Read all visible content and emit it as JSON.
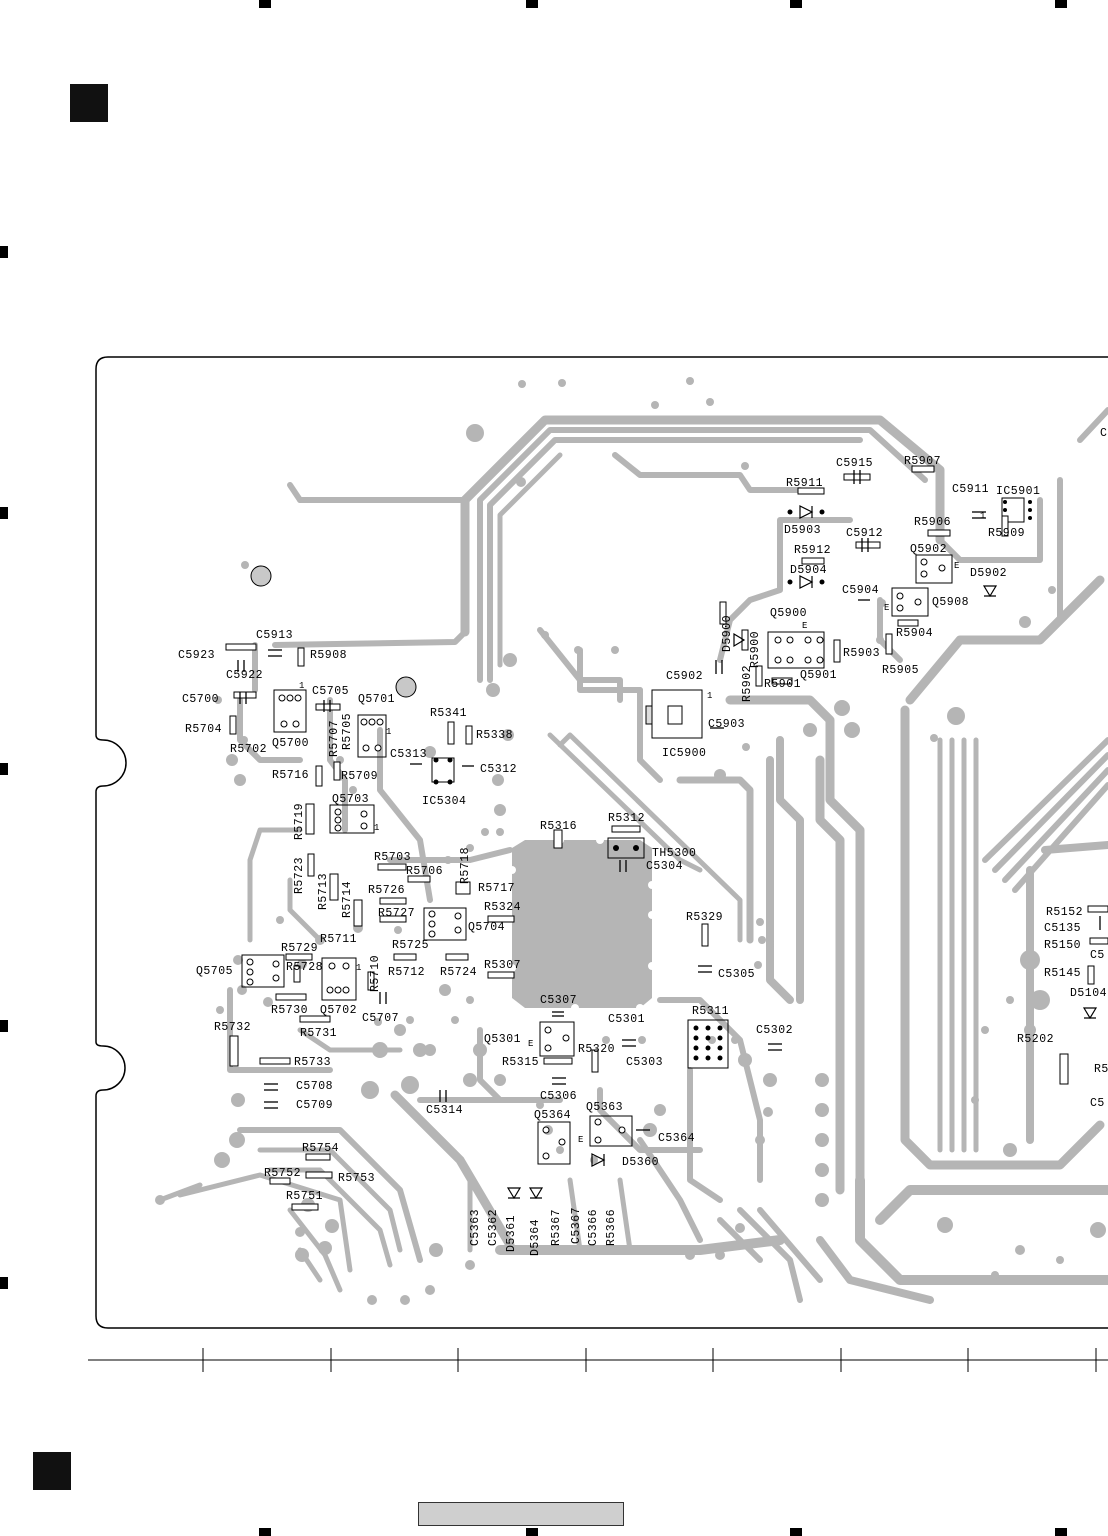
{
  "page": {
    "footer_box_text": ""
  },
  "components": [
    {
      "id": "c5915",
      "text": "C5915"
    },
    {
      "id": "r5907",
      "text": "R5907"
    },
    {
      "id": "r5911",
      "text": "R5911"
    },
    {
      "id": "c5911",
      "text": "C5911"
    },
    {
      "id": "ic5901",
      "text": "IC5901"
    },
    {
      "id": "d5903",
      "text": "D5903"
    },
    {
      "id": "r5906",
      "text": "R5906"
    },
    {
      "id": "r5909",
      "text": "R5909"
    },
    {
      "id": "c5912",
      "text": "C5912"
    },
    {
      "id": "r5912",
      "text": "R5912"
    },
    {
      "id": "q5902",
      "text": "Q5902"
    },
    {
      "id": "d5904",
      "text": "D5904"
    },
    {
      "id": "d5902",
      "text": "D5902"
    },
    {
      "id": "c5904",
      "text": "C5904"
    },
    {
      "id": "q5908",
      "text": "Q5908"
    },
    {
      "id": "q5900",
      "text": "Q5900"
    },
    {
      "id": "r5904",
      "text": "R5904"
    },
    {
      "id": "d5900",
      "text": "D5900"
    },
    {
      "id": "r5900",
      "text": "R5900"
    },
    {
      "id": "r5903",
      "text": "R5903"
    },
    {
      "id": "r5905",
      "text": "R5905"
    },
    {
      "id": "c5902",
      "text": "C5902"
    },
    {
      "id": "r5902",
      "text": "R5902"
    },
    {
      "id": "r5901",
      "text": "R5901"
    },
    {
      "id": "q5901",
      "text": "Q5901"
    },
    {
      "id": "c5903",
      "text": "C5903"
    },
    {
      "id": "ic5900",
      "text": "IC5900"
    },
    {
      "id": "c5913",
      "text": "C5913"
    },
    {
      "id": "c5923",
      "text": "C5923"
    },
    {
      "id": "r5908",
      "text": "R5908"
    },
    {
      "id": "c5922",
      "text": "C5922"
    },
    {
      "id": "c5700",
      "text": "C5700"
    },
    {
      "id": "c5705",
      "text": "C5705"
    },
    {
      "id": "q5701",
      "text": "Q5701"
    },
    {
      "id": "r5704",
      "text": "R5704"
    },
    {
      "id": "r5702",
      "text": "R5702"
    },
    {
      "id": "q5700",
      "text": "Q5700"
    },
    {
      "id": "r5707",
      "text": "R5707"
    },
    {
      "id": "r5705",
      "text": "R5705"
    },
    {
      "id": "r5341",
      "text": "R5341"
    },
    {
      "id": "r5338",
      "text": "R5338"
    },
    {
      "id": "c5313",
      "text": "C5313"
    },
    {
      "id": "c5312",
      "text": "C5312"
    },
    {
      "id": "ic5304",
      "text": "IC5304"
    },
    {
      "id": "r5716",
      "text": "R5716"
    },
    {
      "id": "r5709",
      "text": "R5709"
    },
    {
      "id": "q5703",
      "text": "Q5703"
    },
    {
      "id": "r5719",
      "text": "R5719"
    },
    {
      "id": "r5316",
      "text": "R5316"
    },
    {
      "id": "r5312",
      "text": "R5312"
    },
    {
      "id": "th5300",
      "text": "TH5300"
    },
    {
      "id": "c5304",
      "text": "C5304"
    },
    {
      "id": "r5703",
      "text": "R5703"
    },
    {
      "id": "r5706",
      "text": "R5706"
    },
    {
      "id": "r5718",
      "text": "R5718"
    },
    {
      "id": "r5723",
      "text": "R5723"
    },
    {
      "id": "r5713",
      "text": "R5713"
    },
    {
      "id": "r5714",
      "text": "R5714"
    },
    {
      "id": "r5726",
      "text": "R5726"
    },
    {
      "id": "r5717",
      "text": "R5717"
    },
    {
      "id": "r5727",
      "text": "R5727"
    },
    {
      "id": "r5324",
      "text": "R5324"
    },
    {
      "id": "q5704",
      "text": "Q5704"
    },
    {
      "id": "r5329",
      "text": "R5329"
    },
    {
      "id": "r5711",
      "text": "R5711"
    },
    {
      "id": "r5729",
      "text": "R5729"
    },
    {
      "id": "r5725",
      "text": "R5725"
    },
    {
      "id": "r5728",
      "text": "R5728"
    },
    {
      "id": "r5710",
      "text": "R5710"
    },
    {
      "id": "q5705",
      "text": "Q5705"
    },
    {
      "id": "r5712",
      "text": "R5712"
    },
    {
      "id": "r5724",
      "text": "R5724"
    },
    {
      "id": "r5307",
      "text": "R5307"
    },
    {
      "id": "c5305",
      "text": "C5305"
    },
    {
      "id": "r5730",
      "text": "R5730"
    },
    {
      "id": "q5702",
      "text": "Q5702"
    },
    {
      "id": "c5707",
      "text": "C5707"
    },
    {
      "id": "r5731",
      "text": "R5731"
    },
    {
      "id": "c5307",
      "text": "C5307"
    },
    {
      "id": "r5311",
      "text": "R5311"
    },
    {
      "id": "r5732",
      "text": "R5732"
    },
    {
      "id": "c5301",
      "text": "C5301"
    },
    {
      "id": "c5302",
      "text": "C5302"
    },
    {
      "id": "q5301",
      "text": "Q5301"
    },
    {
      "id": "r5320",
      "text": "R5320"
    },
    {
      "id": "r5733",
      "text": "R5733"
    },
    {
      "id": "r5315",
      "text": "R5315"
    },
    {
      "id": "c5303",
      "text": "C5303"
    },
    {
      "id": "c5306",
      "text": "C5306"
    },
    {
      "id": "c5708",
      "text": "C5708"
    },
    {
      "id": "c5314",
      "text": "C5314"
    },
    {
      "id": "c5709",
      "text": "C5709"
    },
    {
      "id": "q5363",
      "text": "Q5363"
    },
    {
      "id": "q5364",
      "text": "Q5364"
    },
    {
      "id": "c5364",
      "text": "C5364"
    },
    {
      "id": "r5754",
      "text": "R5754"
    },
    {
      "id": "d5360",
      "text": "D5360"
    },
    {
      "id": "r5752",
      "text": "R5752"
    },
    {
      "id": "r5753",
      "text": "R5753"
    },
    {
      "id": "r5751",
      "text": "R5751"
    },
    {
      "id": "c5363",
      "text": "C5363"
    },
    {
      "id": "c5362",
      "text": "C5362"
    },
    {
      "id": "d5361",
      "text": "D5361"
    },
    {
      "id": "d5364",
      "text": "D5364"
    },
    {
      "id": "r5367",
      "text": "R5367"
    },
    {
      "id": "c5367",
      "text": "C5367"
    },
    {
      "id": "c5366",
      "text": "C5366"
    },
    {
      "id": "r5366",
      "text": "R5366"
    },
    {
      "id": "r5152",
      "text": "R5152"
    },
    {
      "id": "c5135",
      "text": "C5135"
    },
    {
      "id": "r5150",
      "text": "R5150"
    },
    {
      "id": "r5145",
      "text": "R5145"
    },
    {
      "id": "d5104",
      "text": "D5104"
    },
    {
      "id": "r5202",
      "text": "R5202"
    },
    {
      "id": "c5_partial_1",
      "text": "C5"
    },
    {
      "id": "r5_partial",
      "text": "R5"
    },
    {
      "id": "c5_partial_2",
      "text": "C5"
    },
    {
      "id": "c_partial_top",
      "text": "C"
    }
  ]
}
